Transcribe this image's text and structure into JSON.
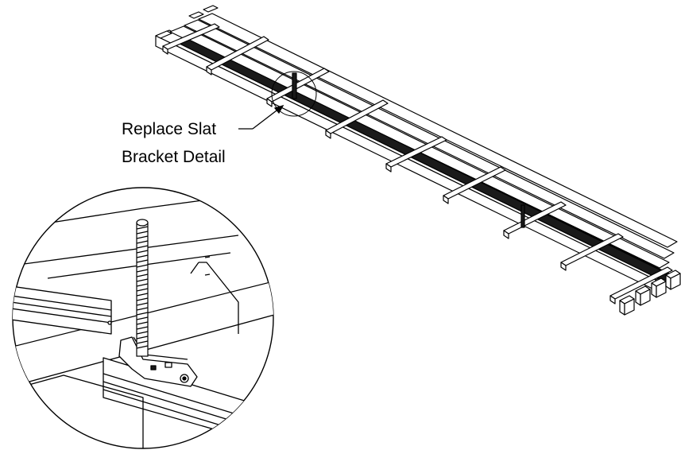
{
  "callout": {
    "line1": "Replace Slat",
    "line2": "Bracket Detail"
  },
  "colors": {
    "ink": "#000000",
    "paper": "#ffffff",
    "fill_dark": "#1a1a1a"
  },
  "icons": {
    "callout_arrow": "arrow-icon",
    "magnifier": "detail-circle"
  }
}
